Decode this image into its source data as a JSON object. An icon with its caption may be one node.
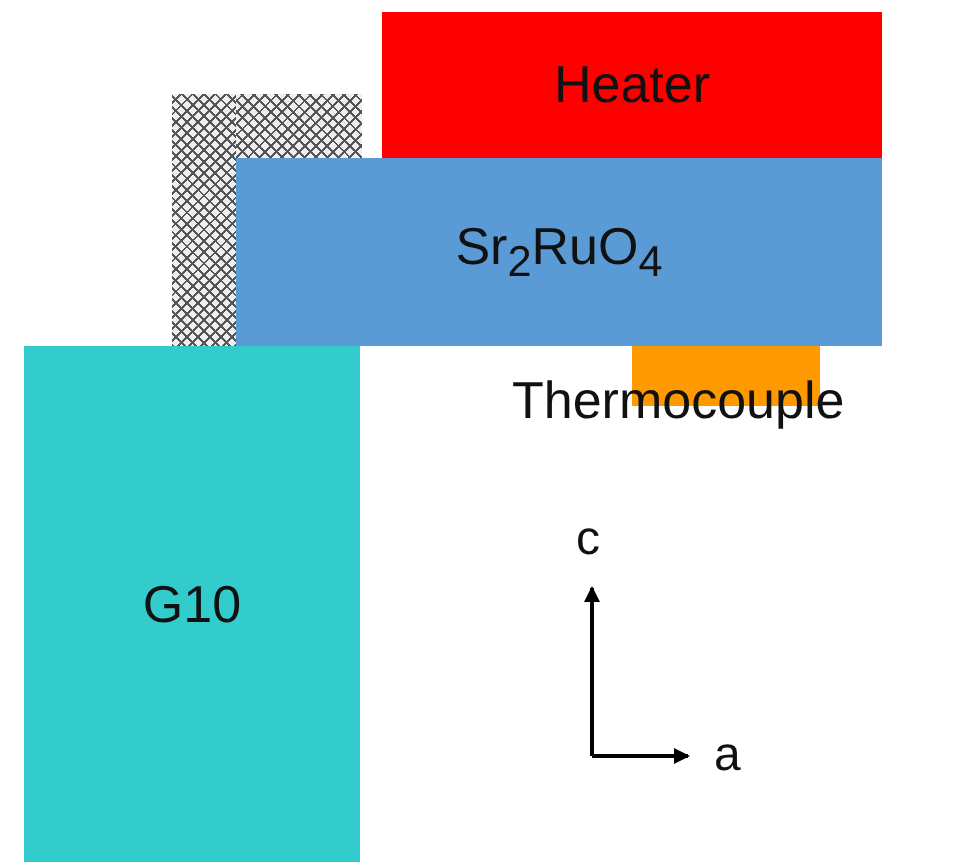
{
  "diagram": {
    "nodes": [
      {
        "text": [
          "Heater"
        ]
      },
      {
        "text": [
          "Sr$_{2}$RuO$_{4}$"
        ]
      },
      {
        "text": [],
        "shape": "box"
      },
      {
        "text": [
          "G10"
        ]
      },
      {
        "text": [
          "Thermocouple"
        ]
      }
    ],
    "labels": [
      "c",
      "a"
    ]
  }
}
